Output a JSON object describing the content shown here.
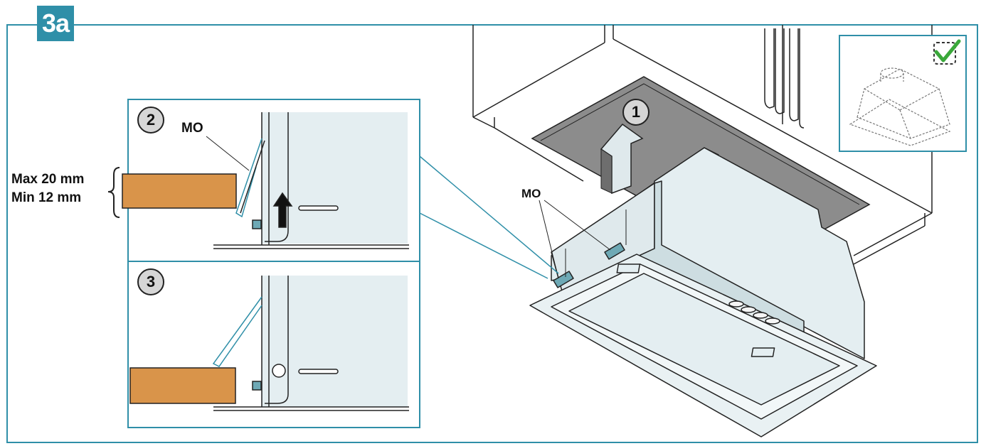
{
  "figure": {
    "step_label": "3a",
    "detail_top_number": "2",
    "detail_bottom_number": "3",
    "main_step_number": "1",
    "clip_label_detail": "MO",
    "clip_label_main": "MO",
    "thickness_max": "Max 20 mm",
    "thickness_min": "Min 12 mm"
  },
  "colors": {
    "accent_teal": "#2f8fa8",
    "wood": "#d9944a",
    "panel_fill": "#e4eef1",
    "cutout_gray": "#8c8c8c",
    "check_green": "#3aa83a"
  },
  "icons": {
    "up_arrow": "up-arrow-icon",
    "checkmark": "checkmark-icon"
  }
}
